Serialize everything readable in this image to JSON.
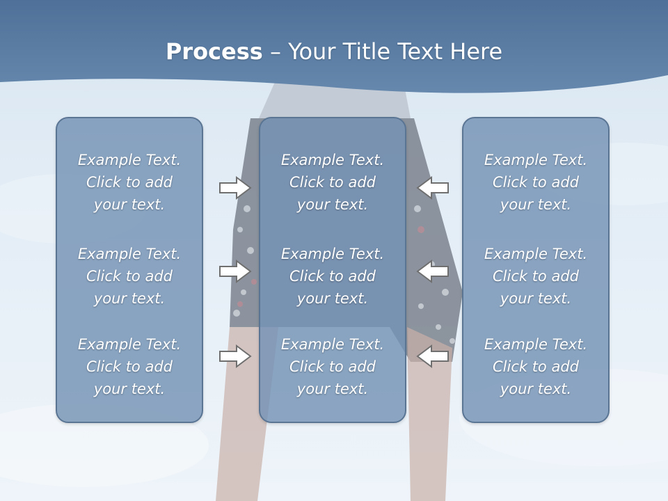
{
  "title": {
    "bold": "Process",
    "rest": " – Your Title Text Here"
  },
  "columns": [
    {
      "items": [
        [
          "Example Text.",
          "Click  to add",
          "your text."
        ],
        [
          "Example Text.",
          "Click  to add",
          "your text."
        ],
        [
          "Example Text.",
          "Click  to add",
          "your text."
        ]
      ]
    },
    {
      "items": [
        [
          "Example Text.",
          "Click  to add",
          "your text."
        ],
        [
          "Example Text.",
          "Click  to add",
          "your text."
        ],
        [
          "Example Text.",
          "Click  to add",
          "your text."
        ]
      ]
    },
    {
      "items": [
        [
          "Example Text.",
          "Click  to add",
          "your text."
        ],
        [
          "Example Text.",
          "Click  to add",
          "your text."
        ],
        [
          "Example Text.",
          "Click  to add",
          "your text."
        ]
      ]
    }
  ],
  "arrows": {
    "left_group": "right-arrow-icon",
    "right_group": "left-arrow-icon"
  },
  "colors": {
    "banner": "#5c7fa4",
    "box_fill": "#7492b4",
    "box_border": "#5a7594",
    "text": "#ffffff"
  }
}
